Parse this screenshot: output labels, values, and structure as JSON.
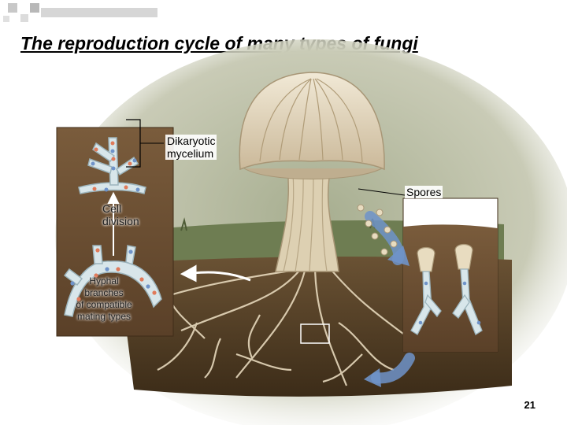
{
  "slide": {
    "title": "The reproduction cycle of many types of fungi",
    "page_number": "21"
  },
  "labels": {
    "dikaryotic_line1": "Dikaryotic",
    "dikaryotic_line2": "mycelium",
    "spores": "Spores",
    "cell_division_line1": "Cell",
    "cell_division_line2": "division",
    "hyphal_line1": "Hyphal",
    "hyphal_line2": "branches",
    "hyphal_line3": "of compatible",
    "hyphal_line4": "mating types"
  },
  "colors": {
    "accent_blue": "#6f93c9",
    "soil": "#4c3a24",
    "mushroom": "#e9dec6",
    "grass": "#6e7d52"
  }
}
